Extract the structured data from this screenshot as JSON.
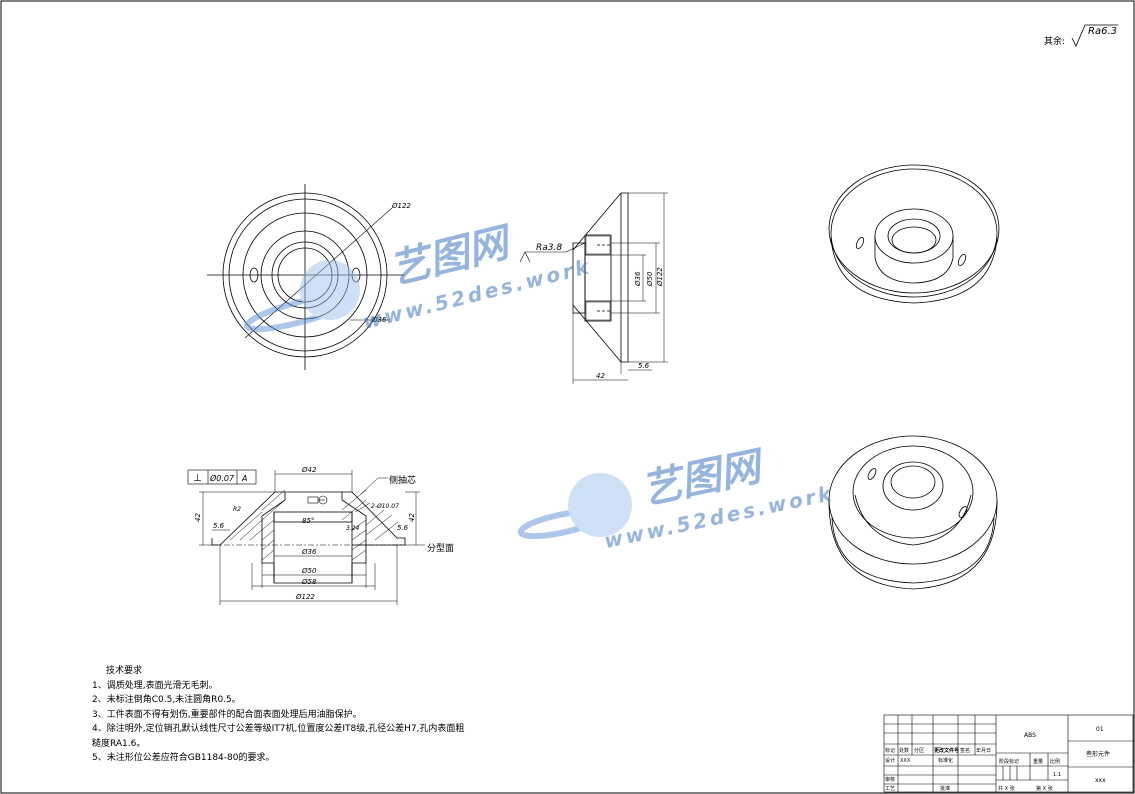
{
  "roughness_note": {
    "prefix": "其余:",
    "value": "Ra6.3"
  },
  "front_view": {
    "dia_outer": "Ø122",
    "dia_hole": "Ø36"
  },
  "side_view": {
    "roughness": "Ra3.8",
    "dia_inner": "Ø36",
    "dia_mid": "Ø50",
    "dia_outer": "Ø122",
    "width": "42",
    "flange": "5.6"
  },
  "section_view": {
    "tol_frame": {
      "symbol": "⊥",
      "value": "Ø0.07",
      "datum": "A"
    },
    "label_top_dia": "Ø42",
    "label_height": "42",
    "label_height_right": "42",
    "label_flange_left": "5.6",
    "label_flange_right": "5.6",
    "label_angle_deg": "85°",
    "label_chamfer": "R2",
    "label_pin": "2-Ø10.07",
    "label_step": "3.24",
    "label_d36": "Ø36",
    "label_d50": "Ø50",
    "label_d58": "Ø58",
    "label_d122": "Ø122",
    "callout_side_core": "侧抽芯",
    "callout_parting": "分型面"
  },
  "watermark": {
    "brand": "艺图网",
    "url": "www.52des.work"
  },
  "tech_requirements": {
    "title": "技术要求",
    "items": [
      "1、调质处理,表面光滑无毛刺。",
      "2、未标注倒角C0.5,未注圆角R0.5。",
      "3、工件表面不得有划伤,重要部件的配合面表面处理后用油脂保护。",
      "4、除注明外,定位销孔默认线性尺寸公差等级IT7机,位置度公差IT8级,孔径公差H7,孔内表面粗",
      "糙度RA1.6。",
      "5、未注形位公差应符合GB1184-80的要求。"
    ]
  },
  "title_block": {
    "material": "ABS",
    "drawing_no": "01",
    "part_name": "叁形元件",
    "company": "xxx",
    "row_labels": [
      "标记",
      "处数",
      "分区",
      "更改文件号",
      "签名",
      "年月日"
    ],
    "designer_label": "设计",
    "designer": "XXX",
    "standardize_label": "标准化",
    "review_label": "审核",
    "process_label": "工艺",
    "approve_label": "批准",
    "stage_label": "阶段标记",
    "weight_label": "重量",
    "scale_label": "比例",
    "scale": "1:1",
    "sheet_total": "共 X 张",
    "sheet_no": "第 X 张"
  }
}
